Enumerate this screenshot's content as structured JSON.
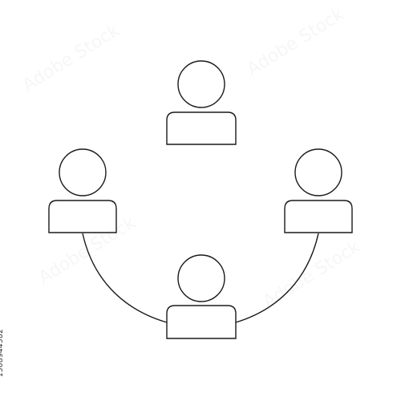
{
  "image_id_text": "1508944582",
  "watermark_text": "Adobe Stock",
  "colors": {
    "background": "#ffffff",
    "stroke": "#1a1a1a"
  },
  "people": [
    {
      "name": "top-person"
    },
    {
      "name": "left-person"
    },
    {
      "name": "right-person"
    },
    {
      "name": "bottom-person"
    }
  ]
}
